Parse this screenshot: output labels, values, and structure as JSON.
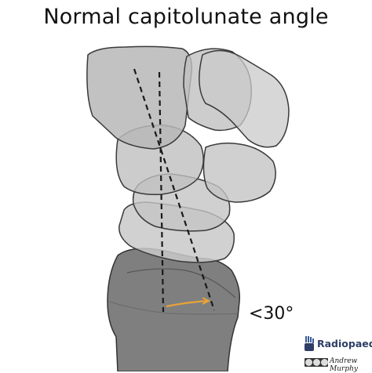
{
  "title": "Normal capitolunate angle",
  "angle_label": "<30°",
  "logo": {
    "name": "Radiopaedia",
    "author": "Andrew Murphy"
  },
  "colors": {
    "bone_light": "#c8c8c8",
    "bone_dark": "#7d7d7d",
    "outline": "#3a3a3a",
    "axis_line": "#1a1a1a",
    "angle_arc": "#e8a33a",
    "logo_text": "#2f3e66"
  }
}
